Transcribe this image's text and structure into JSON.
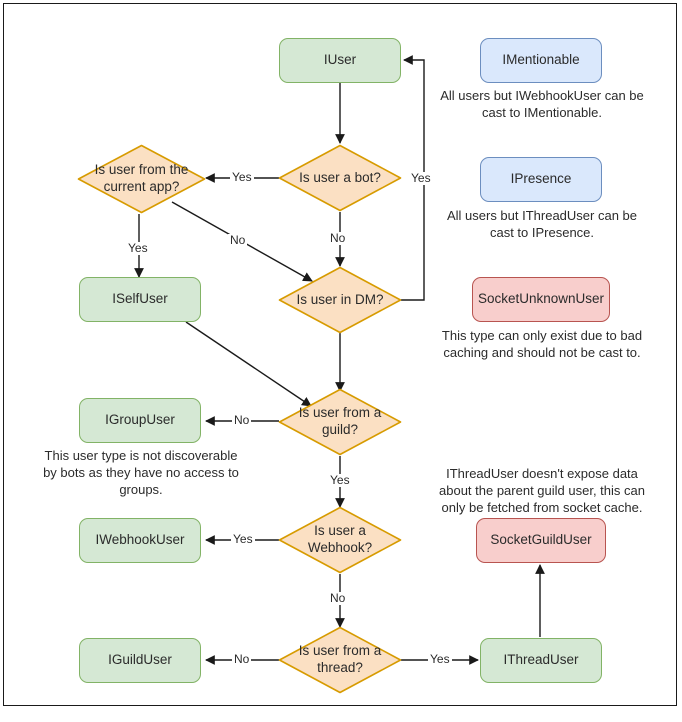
{
  "diagram": {
    "title": "Discord.Net user type decision flowchart",
    "colors": {
      "green_fill": "#d5e8d4",
      "green_stroke": "#82b366",
      "blue_fill": "#dae8fc",
      "blue_stroke": "#6c8ebf",
      "red_fill": "#f8cecc",
      "red_stroke": "#b85450",
      "orange_fill": "#fbe0c3",
      "orange_stroke": "#d79b00",
      "edge": "#1a1a1a",
      "frame": "#1a1a1a",
      "background": "#ffffff"
    },
    "nodes": [
      {
        "id": "iuser",
        "label": "IUser",
        "shape": "rounded-rect",
        "style": "green"
      },
      {
        "id": "is-user-a-bot",
        "label": "Is user a bot?",
        "shape": "diamond",
        "style": "orange"
      },
      {
        "id": "is-user-from-current-app",
        "label": "Is user from the current app?",
        "shape": "diamond",
        "style": "orange"
      },
      {
        "id": "is-user-in-dm",
        "label": "Is user in DM?",
        "shape": "diamond",
        "style": "orange"
      },
      {
        "id": "iselfuser",
        "label": "ISelfUser",
        "shape": "rounded-rect",
        "style": "green"
      },
      {
        "id": "is-user-from-a-guild",
        "label": "Is user from a guild?",
        "shape": "diamond",
        "style": "orange"
      },
      {
        "id": "igroupuser",
        "label": "IGroupUser",
        "shape": "rounded-rect",
        "style": "green"
      },
      {
        "id": "is-user-a-webhook",
        "label": "Is user a Webhook?",
        "shape": "diamond",
        "style": "orange"
      },
      {
        "id": "iwebhookuser",
        "label": "IWebhookUser",
        "shape": "rounded-rect",
        "style": "green"
      },
      {
        "id": "is-user-from-a-thread",
        "label": "Is user from a thread?",
        "shape": "diamond",
        "style": "orange"
      },
      {
        "id": "iguilduser",
        "label": "IGuildUser",
        "shape": "rounded-rect",
        "style": "green"
      },
      {
        "id": "ithreaduser",
        "label": "IThreadUser",
        "shape": "rounded-rect",
        "style": "green"
      },
      {
        "id": "imentionable",
        "label": "IMentionable",
        "shape": "rounded-rect",
        "style": "blue"
      },
      {
        "id": "ipresence",
        "label": "IPresence",
        "shape": "rounded-rect",
        "style": "blue"
      },
      {
        "id": "socketunknownuser",
        "label": "SocketUnknownUser",
        "shape": "rounded-rect",
        "style": "red"
      },
      {
        "id": "socketguilduser",
        "label": "SocketGuildUser",
        "shape": "rounded-rect",
        "style": "red"
      }
    ],
    "node_labels": {
      "iuser": "IUser",
      "is_user_a_bot": "Is user a bot?",
      "is_user_from_current_app_line1": "Is user from the",
      "is_user_from_current_app_line2": "current app?",
      "is_user_in_dm": "Is user in DM?",
      "iselfuser": "ISelfUser",
      "is_user_from_a_guild_line1": "Is user from a",
      "is_user_from_a_guild_line2": "guild?",
      "igroupuser": "IGroupUser",
      "is_user_a_webhook_line1": "Is user a",
      "is_user_a_webhook_line2": "Webhook?",
      "iwebhookuser": "IWebhookUser",
      "is_user_from_a_thread_line1": "Is user from a",
      "is_user_from_a_thread_line2": "thread?",
      "iguilduser": "IGuildUser",
      "ithreaduser": "IThreadUser",
      "imentionable": "IMentionable",
      "ipresence": "IPresence",
      "socketunknownuser": "SocketUnknownUser",
      "socketguilduser": "SocketGuildUser"
    },
    "edge_labels": {
      "bot_to_currentapp": "Yes",
      "dm_to_iuser": "Yes",
      "bot_to_dm": "No",
      "currentapp_to_selfuser": "Yes",
      "currentapp_to_dm": "No",
      "guild_to_groupuser": "No",
      "guild_to_webhook": "Yes",
      "webhook_to_webhookuser": "Yes",
      "webhook_to_thread": "No",
      "thread_to_guilduser": "No",
      "thread_to_threaduser": "Yes"
    },
    "captions": {
      "imentionable": "All users but IWebhookUser can be cast to IMentionable.",
      "ipresence": "All users but IThreadUser can be cast to IPresence.",
      "socketunknownuser": "This type can only exist due to bad caching and should not be cast to.",
      "igroupuser": "This user type is not discoverable by bots as they have no access to groups.",
      "socketguilduser": "IThreadUser doesn't expose data about the parent guild user, this can only be fetched from socket cache."
    }
  }
}
